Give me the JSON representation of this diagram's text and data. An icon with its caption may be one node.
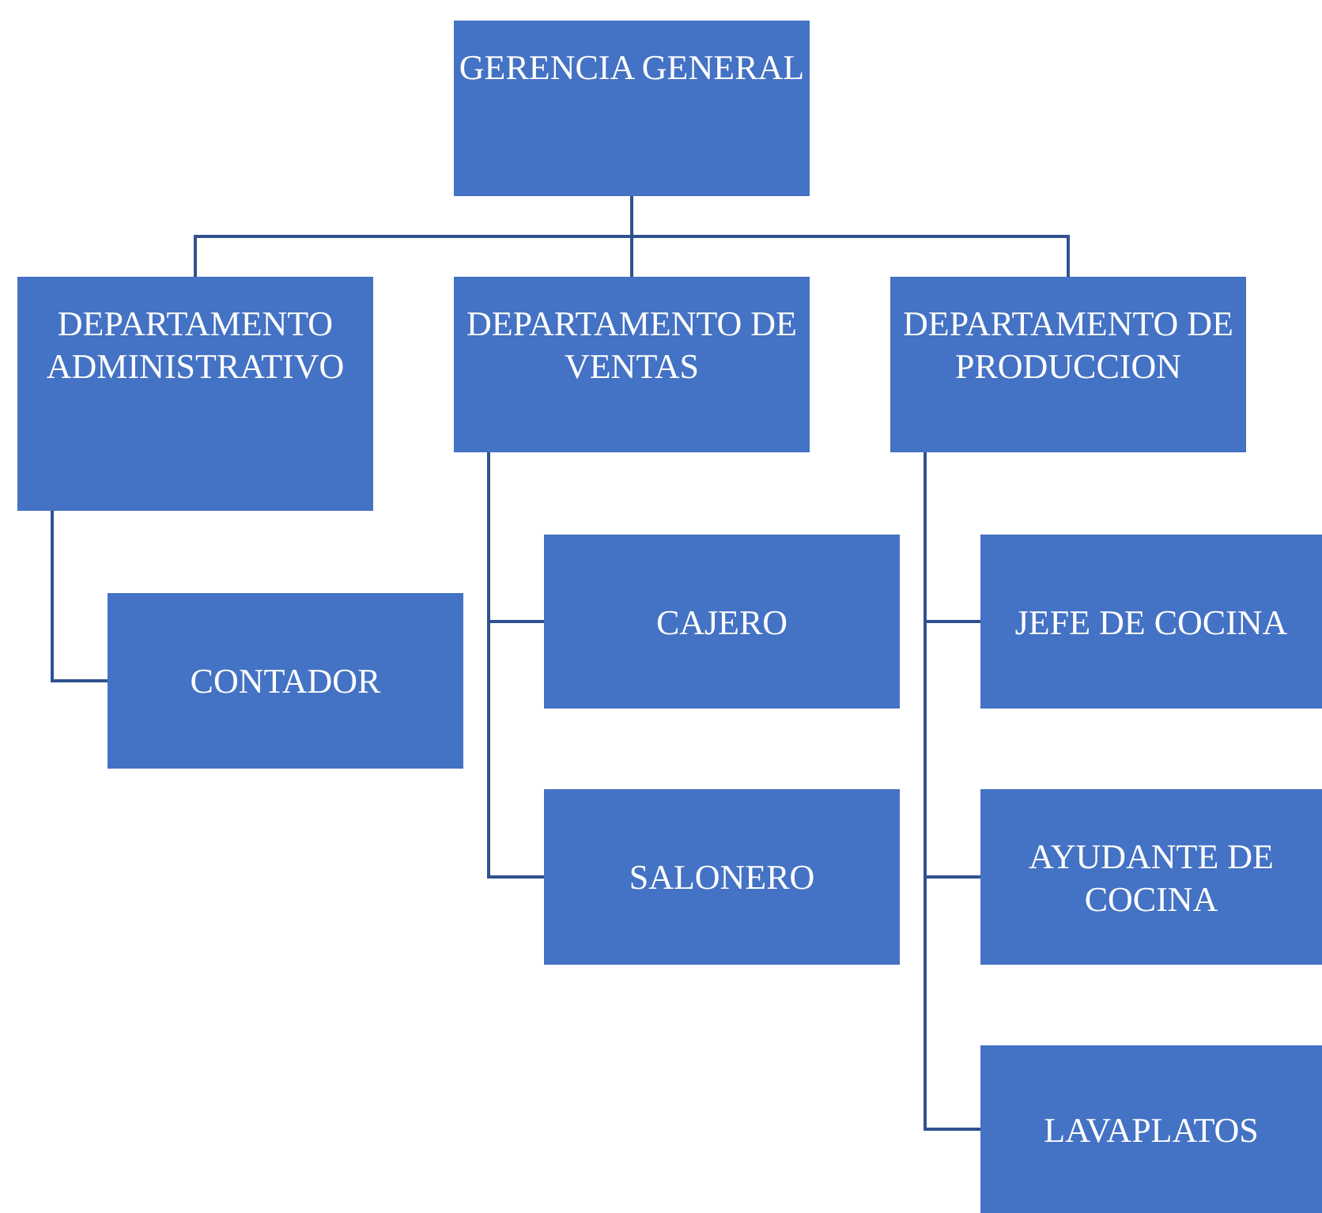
{
  "diagram": {
    "nodes": [
      {
        "text": [
          "GERENCIA GENERAL"
        ]
      },
      {
        "text": [
          "DEPARTAMENTO ADMINISTRATIVO"
        ]
      },
      {
        "text": [
          "DEPARTAMENTO DE VENTAS"
        ]
      },
      {
        "text": [
          "DEPARTAMENTO DE PRODUCCION"
        ]
      },
      {
        "text": [
          "CONTADOR"
        ]
      },
      {
        "text": [
          "CAJERO"
        ]
      },
      {
        "text": [
          "SALONERO"
        ]
      },
      {
        "text": [
          "JEFE DE COCINA"
        ]
      },
      {
        "text": [
          "AYUDANTE DE COCINA"
        ]
      },
      {
        "text": [
          "LAVAPLATOS"
        ]
      }
    ],
    "edges": [
      {
        "from": 0,
        "to": 1,
        "arrow": "none"
      },
      {
        "from": 0,
        "to": 2,
        "arrow": "none"
      },
      {
        "from": 0,
        "to": 3,
        "arrow": "none"
      },
      {
        "from": 1,
        "to": 4,
        "arrow": "none"
      },
      {
        "from": 2,
        "to": 5,
        "arrow": "none"
      },
      {
        "from": 2,
        "to": 6,
        "arrow": "none"
      },
      {
        "from": 3,
        "to": 7,
        "arrow": "none"
      },
      {
        "from": 3,
        "to": 8,
        "arrow": "none"
      },
      {
        "from": 3,
        "to": 9,
        "arrow": "none"
      }
    ]
  }
}
